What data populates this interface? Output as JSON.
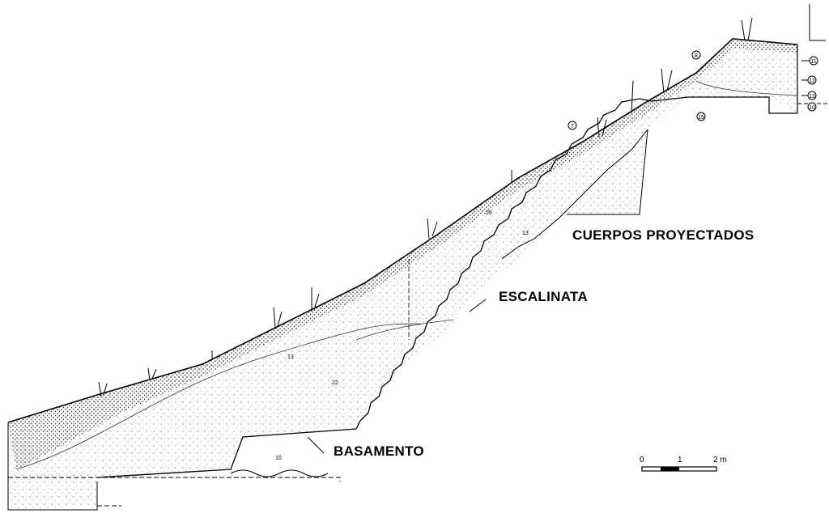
{
  "labels": {
    "cuerpos": "CUERPOS PROYECTADOS",
    "escalinata": "ESCALINATA",
    "basamento": "BASAMENTO"
  },
  "scale": {
    "zero": "0",
    "one": "1",
    "two": "2 m"
  },
  "layer_numbers": [
    "7",
    "8",
    "11",
    "12",
    "13",
    "10",
    "15"
  ],
  "fill_numbers": [
    "13",
    "22",
    "10",
    "25",
    "13"
  ]
}
